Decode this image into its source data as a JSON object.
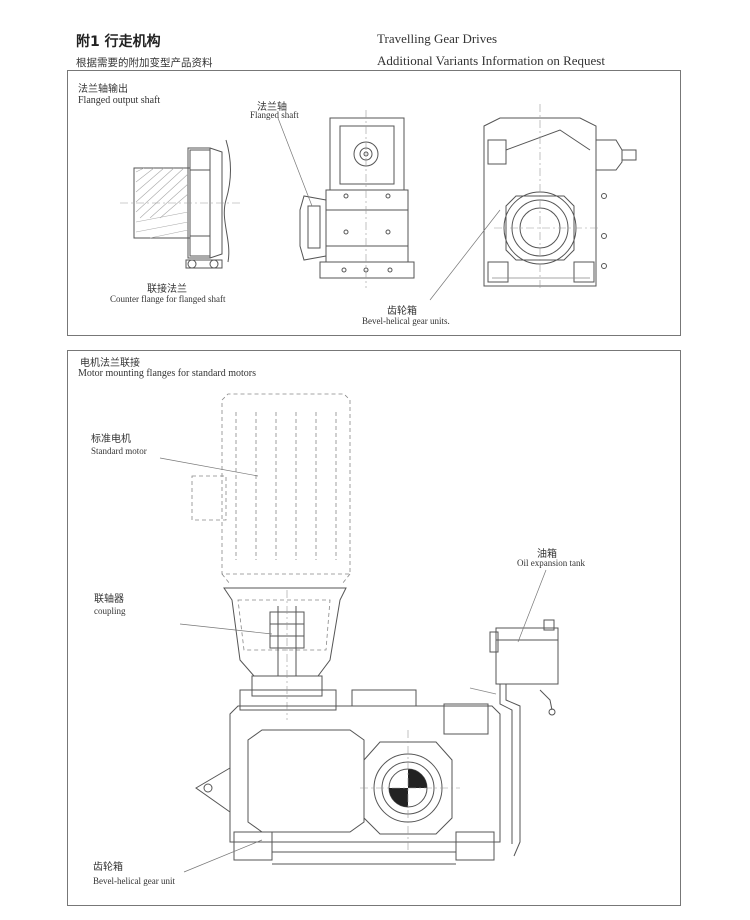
{
  "header": {
    "title_cn": "附1 行走机构",
    "subtitle_cn": "根据需要的附加变型产品资料",
    "title_en": "Travelling Gear Drives",
    "subtitle_en": "Additional Variants Information on Request"
  },
  "panel_top": {
    "section_cn": "法兰轴输出",
    "section_en": "Flanged output shaft",
    "flanged_shaft_cn": "法兰轴",
    "flanged_shaft_en": "Flanged shaft",
    "counter_flange_cn": "联接法兰",
    "counter_flange_en": "Counter flange for flanged shaft",
    "gear_units_cn": "齿轮箱",
    "gear_units_en": "Bevel-helical gear units."
  },
  "panel_bottom": {
    "section_cn": "电机法兰联接",
    "section_en": "Motor mounting flanges for standard motors",
    "motor_cn": "标准电机",
    "motor_en": "Standard motor",
    "oil_tank_cn": "油箱",
    "oil_tank_en": "Oil expansion tank",
    "coupling_cn": "联轴器",
    "coupling_en": "coupling",
    "gear_unit_cn": "齿轮箱",
    "gear_unit_en": "Bevel-helical gear unit"
  },
  "colors": {
    "line": "#555555",
    "border": "#777777",
    "text": "#333333"
  }
}
